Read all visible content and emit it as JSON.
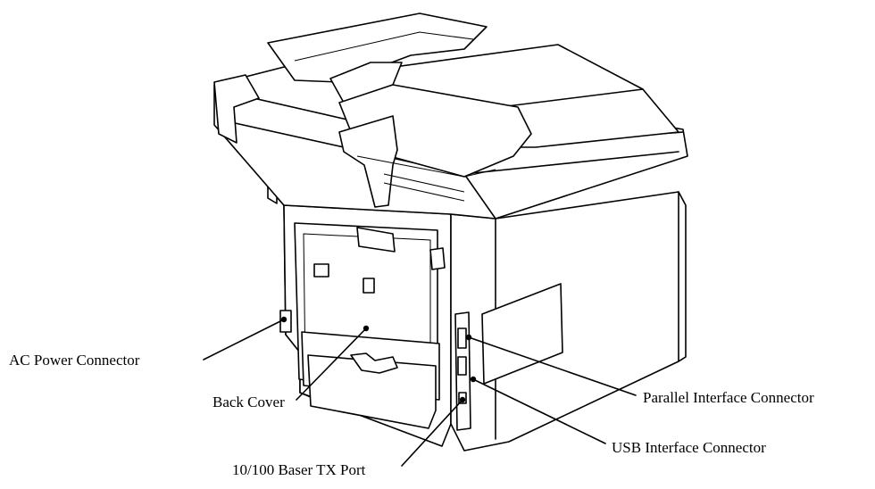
{
  "labels": {
    "ac_power": "AC Power Connector",
    "back_cover": "Back Cover",
    "parallel": "Parallel Interface Connector",
    "usb": "USB Interface Connector",
    "tx_port": "10/100 Baser TX Port"
  }
}
